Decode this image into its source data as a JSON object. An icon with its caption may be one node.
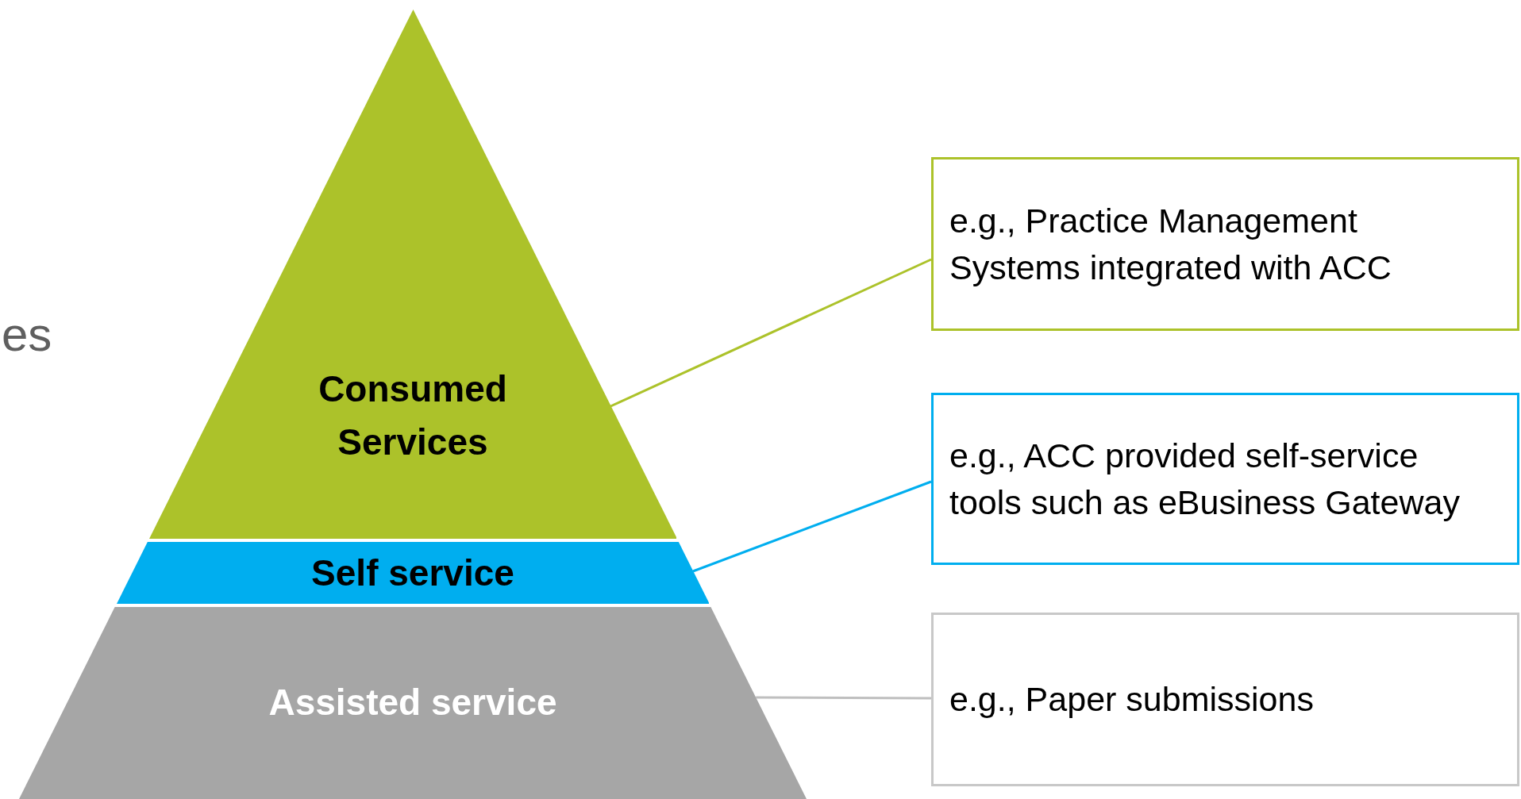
{
  "diagram": {
    "nodes": [
      {
        "text": [
          "Consumed Services"
        ]
      },
      {
        "text": [
          "Self service"
        ]
      },
      {
        "text": [
          "Assisted service"
        ]
      },
      {
        "text": [
          "e.g., Practice Management Systems integrated with ACC"
        ]
      },
      {
        "text": [
          "e.g., ACC provided self-service tools such as eBusiness Gateway"
        ]
      },
      {
        "text": [
          "e.g., Paper submissions"
        ]
      }
    ],
    "edges": [
      {
        "from": 0,
        "to": 3,
        "arrow": "none",
        "color": "#acc22a"
      },
      {
        "from": 1,
        "to": 4,
        "arrow": "none",
        "color": "#00aeef"
      },
      {
        "from": 2,
        "to": 5,
        "arrow": "none",
        "color": "#bfbfbf"
      }
    ],
    "labels": [
      "es"
    ]
  }
}
